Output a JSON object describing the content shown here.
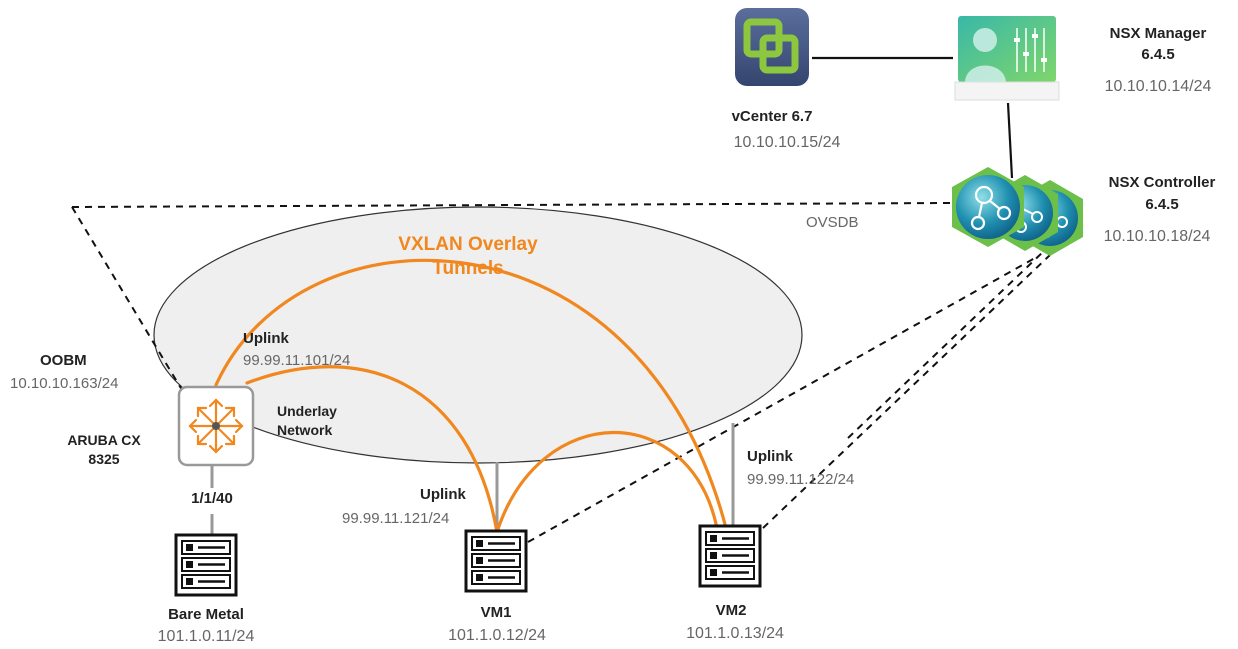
{
  "colors": {
    "overlay": "#f0871f",
    "link": "#111111",
    "uplink": "#999999",
    "text_ip": "#666666",
    "text_label": "#222222"
  },
  "nodes": {
    "vcenter": {
      "icon": "vcenter-icon",
      "name": "vCenter 6.7",
      "ip": "10.10.10.15/24"
    },
    "nsx_manager": {
      "icon": "nsx-manager-icon",
      "name": "NSX Manager",
      "version": "6.4.5",
      "ip": "10.10.10.14/24"
    },
    "nsx_controller": {
      "icon": "nsx-controller-icon",
      "name": "NSX Controller",
      "version": "6.4.5",
      "ip": "10.10.10.18/24"
    },
    "aruba": {
      "icon": "switch-icon",
      "name_line1": "ARUBA CX",
      "name_line2": "8325",
      "oobm_label": "OOBM",
      "oobm_ip": "10.10.10.163/24",
      "port": "1/1/40"
    },
    "bare_metal": {
      "icon": "server-icon",
      "name": "Bare Metal",
      "ip": "101.1.0.11/24"
    },
    "vm1": {
      "icon": "server-icon",
      "name": "VM1",
      "ip": "101.1.0.12/24"
    },
    "vm2": {
      "icon": "server-icon",
      "name": "VM2",
      "ip": "101.1.0.13/24"
    }
  },
  "labels": {
    "ovsdb": "OVSDB",
    "overlay_line1": "VXLAN Overlay",
    "overlay_line2": "Tunnels",
    "underlay_line1": "Underlay",
    "underlay_line2": "Network",
    "uplink_switch": {
      "label": "Uplink",
      "ip": "99.99.11.101/24"
    },
    "uplink_vm1": {
      "label": "Uplink",
      "ip": "99.99.11.121/24"
    },
    "uplink_vm2": {
      "label": "Uplink",
      "ip": "99.99.11.122/24"
    }
  }
}
